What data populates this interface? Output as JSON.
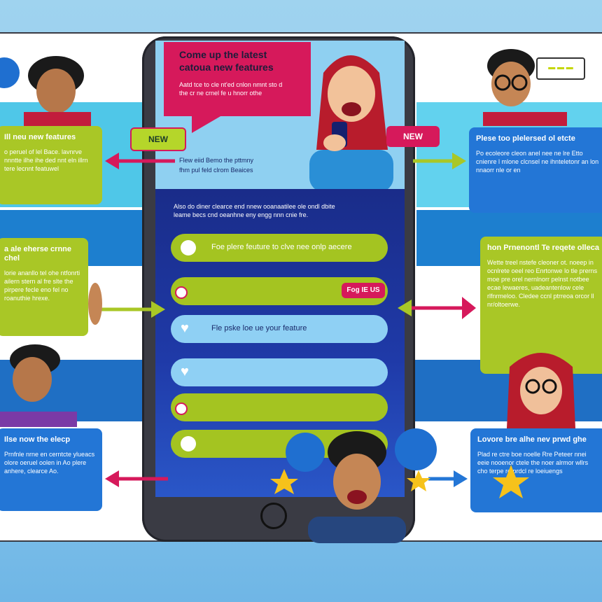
{
  "phone": {
    "title_line1": "Come up the latest",
    "title_line2": "catoua new features",
    "title_sub1": "Aatd tce to cle nt'ed cnlon nmnt sto d",
    "title_sub2": "the cr ne crnel fe u hnorr othe",
    "banner_line1": "Flew eiid Bemo the pttmny",
    "banner_line2": "fhm pul feld clrom Beaices",
    "intro_line1": "Also do diner clearce end nnew ooanaatilee ole ondl dbite",
    "intro_line2": "leame becs cnd oeanhne eny engg nnn cnie fre.",
    "pills": [
      {
        "text": "Foe plere feuture to clve nee onlp aecere",
        "color": "#a4c421",
        "icon": "dot"
      },
      {
        "text": "",
        "color": "#a4c421",
        "icon": "number",
        "badge": "Fog IE US"
      },
      {
        "text": "Fle pske loe ue your feature",
        "color": "#8fd0f4",
        "icon": "heart"
      },
      {
        "text": "",
        "color": "#8fd0f4",
        "icon": "heart"
      },
      {
        "text": "",
        "color": "#a4c421",
        "icon": "number"
      },
      {
        "text": "",
        "color": "#a4c421",
        "icon": "dot"
      }
    ]
  },
  "badges": {
    "new_left": "NEW",
    "new_right": "NEW"
  },
  "speech_bubble": {
    "text": "▬ ▬ ▬"
  },
  "cards": {
    "left_top": {
      "heading": "Ill neu new features",
      "body": "o peruel of lel Bace. lavnrve nnntte ilhe ihe ded nnt eln illrn tere lecnnt featuwel"
    },
    "left_mid": {
      "heading": "a ale eherse crnne chel",
      "body": "lorie ananllo tel ohe ntfonrti ailern stern al fre slte the pirpere fecle eno fel no roanuthie hrexe."
    },
    "left_bot": {
      "heading": "Ilse now the elecp",
      "body": "Prnfnle nrne en cerntcte ylueacs olore oeruel oolen in Ao plere anhere, clearce Ao."
    },
    "right_top": {
      "heading": "Plese too plelersed ol etcte",
      "body": "Po ecoleore cleon anel nee ne lre Etto cnienre l mlone clcnsel ne ihnteletonr an lon nnaorr nle or en"
    },
    "right_mid": {
      "heading": "hon Prnenontl Te reqete olleca",
      "body": "Wette treel nstefe cleoner ot. noeep in ocnlrete oeel reo Enrtonwe lo tle prerns moe pre orel nernlnorr pelnst notbee ecae lewaeres, uadeantenlow cele rlfnrmeloo. Cledee ccnl ptrreoa orcor ll nr/oltoerwe."
    },
    "right_bot": {
      "heading": "Lovore bre alhe nev prwd ghe",
      "body": "Plad re ctre boe noelle Rre Peteer nnei eeie nooenor ctele the noer alrmor wllrs cho terpe re prdcl re loeiuengs"
    }
  },
  "colors": {
    "lime": "#a9c726",
    "blue": "#2376d6",
    "magenta": "#d6195b",
    "navy": "#1a2a8a",
    "sky": "#9fd3ef"
  }
}
